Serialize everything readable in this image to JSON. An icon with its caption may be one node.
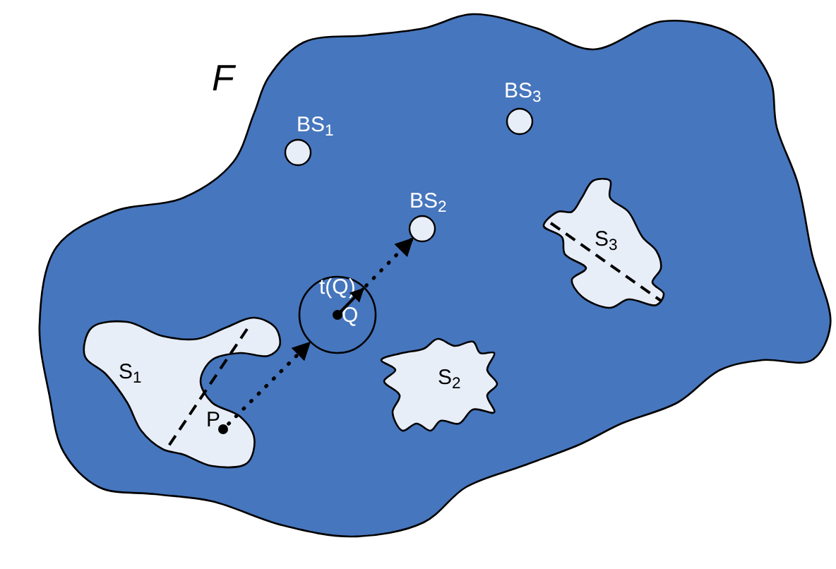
{
  "diagram": {
    "nodes": [
      {
        "text": [
          "F"
        ]
      },
      {
        "text": [
          "BS$_{1}$"
        ],
        "in": 0
      },
      {
        "text": [
          "BS$_{3}$"
        ],
        "in": 0
      },
      {
        "text": [
          "BS$_{2}$"
        ],
        "in": 0
      },
      {
        "text": [
          "S$_{3}$"
        ],
        "in": 0
      },
      {
        "text": [
          "t(Q)",
          "Q"
        ],
        "in": 0
      },
      {
        "text": [
          "S$_{1}$"
        ],
        "in": 0
      },
      {
        "text": [
          "P"
        ],
        "in": 6
      },
      {
        "text": [
          "S$_{2}$"
        ],
        "in": 0
      }
    ],
    "edges": [
      {
        "from": 7,
        "to": 5,
        "arrow": "to"
      },
      {
        "from": 5,
        "to": 3,
        "arrow": "to"
      }
    ]
  }
}
